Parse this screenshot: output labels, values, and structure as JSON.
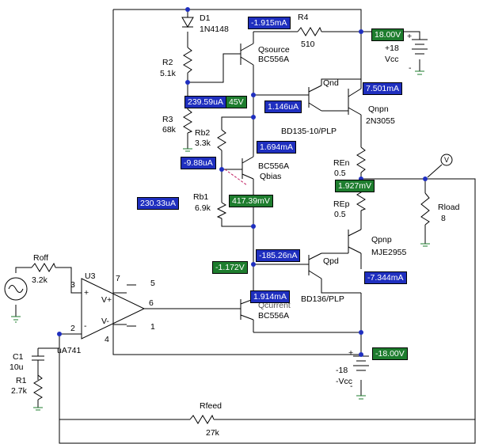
{
  "colors": {
    "current_badge": "#1f2fbf",
    "voltage_badge": "#1e7d2e",
    "node_dot": "#1f2fbf",
    "ground": "#1e7d2e"
  },
  "components": {
    "d1_ref": "D1",
    "d1_model": "1N4148",
    "r4_ref": "R4",
    "r4_val": "510",
    "r2_ref": "R2",
    "r2_val": "5.1k",
    "r3_ref": "R3",
    "r3_val": "68k",
    "rb2_ref": "Rb2",
    "rb2_val": "3.3k",
    "rb1_ref": "Rb1",
    "rb1_val": "6.9k",
    "qsource_ref": "Qsource",
    "qsource_model": "BC556A",
    "qnd_ref": "Qnd",
    "qnd_model": "BD135-10/PLP",
    "qnpn_ref": "Qnpn",
    "qnpn_model": "2N3055",
    "qbias_model": "BC556A",
    "qbias_ref": "Qbias",
    "ren_ref": "REn",
    "ren_val": "0.5",
    "rep_ref": "REp",
    "rep_val": "0.5",
    "rload_ref": "Rload",
    "rload_val": "8",
    "qpnp_ref": "Qpnp",
    "qpnp_model": "MJE2955",
    "qpd_ref": "Qpd",
    "qpd_model": "BD136/PLP",
    "qcurrent_ref": "Qcurrent",
    "qcurrent_model": "BC556A",
    "roff_ref": "Roff",
    "roff_val": "3.2k",
    "u3_ref": "U3",
    "u3_model": "uA741",
    "c1_ref": "C1",
    "c1_val": "10u",
    "r1_ref": "R1",
    "r1_val": "2.7k",
    "rfeed_ref": "Rfeed",
    "rfeed_val": "27k",
    "vcc_pos_val": "+18",
    "vcc_pos_name": "Vcc",
    "vcc_neg_val": "-18",
    "vcc_neg_name": "-Vcc",
    "pin_7": "7",
    "pin_5": "5",
    "pin_3": "3",
    "pin_6": "6",
    "pin_2": "2",
    "pin_1": "1",
    "pin_4": "4",
    "pin_vplus": "V+",
    "pin_vminus": "V-",
    "plus_sign": "+",
    "minus_sign": "-",
    "node_v": "V"
  },
  "probes": {
    "i_r4": "-1.915mA",
    "v_vcc": "18.00V",
    "i_qsource_c": "239.59uA",
    "v_qsource_c": "45V",
    "i_qnd_b": "1.146uA",
    "i_qnpn_e": "7.501mA",
    "i_qbias": "1.694mA",
    "i_rb2": "-9.88uA",
    "v_out": "1.927mV",
    "i_rb1": "230.33uA",
    "v_bias": "417.39mV",
    "i_qpd_b": "-185.26nA",
    "v_qpd_b": "-1.172V",
    "i_qpnp": "-7.344mA",
    "i_qcurrent": "1.914mA",
    "v_neg": "-18.00V"
  }
}
